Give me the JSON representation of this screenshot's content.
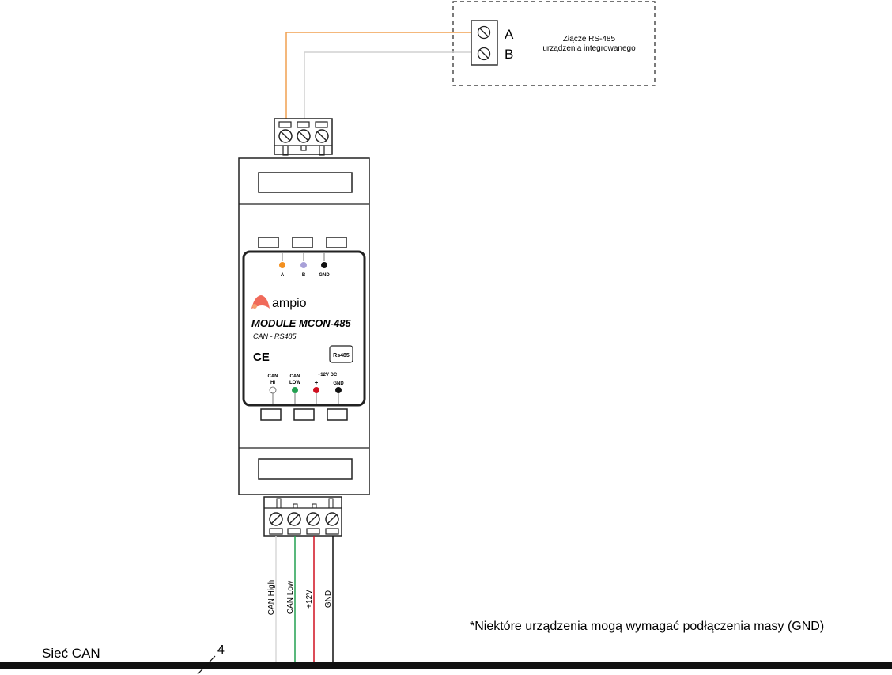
{
  "external_device": {
    "terminal_a": "A",
    "terminal_b": "B",
    "title_line1": "Złącze RS-485",
    "title_line2": "urządzenia integrowanego"
  },
  "module": {
    "led_a": "A",
    "led_b": "B",
    "led_gnd": "GND",
    "brand": "ampio",
    "model": "MODULE MCON-485",
    "subtitle": "CAN - RS485",
    "ce_mark": "CE",
    "rs485_badge": "Rs485",
    "can_hi_1": "CAN",
    "can_hi_2": "HI",
    "can_low_1": "CAN",
    "can_low_2": "LOW",
    "power_label": "+12V DC",
    "plus": "+",
    "gnd": "GND"
  },
  "wires": {
    "can_high": "CAN High",
    "can_low": "CAN Low",
    "v12": "+12V",
    "gnd": "GND"
  },
  "bus": {
    "label": "Sieć CAN",
    "wire_count": "4"
  },
  "footnote": "*Niektóre urządzenia mogą wymagać podłączenia masy (GND)",
  "colors": {
    "wire_a": "#f0a050",
    "wire_b": "#d0d0d0",
    "can_high": "#d8d8d8",
    "can_low": "#22a050",
    "v12": "#d01020",
    "gnd": "#111111",
    "led_a": "#f39020",
    "led_b": "#a8a0d8",
    "logo": "#f06a5a"
  }
}
